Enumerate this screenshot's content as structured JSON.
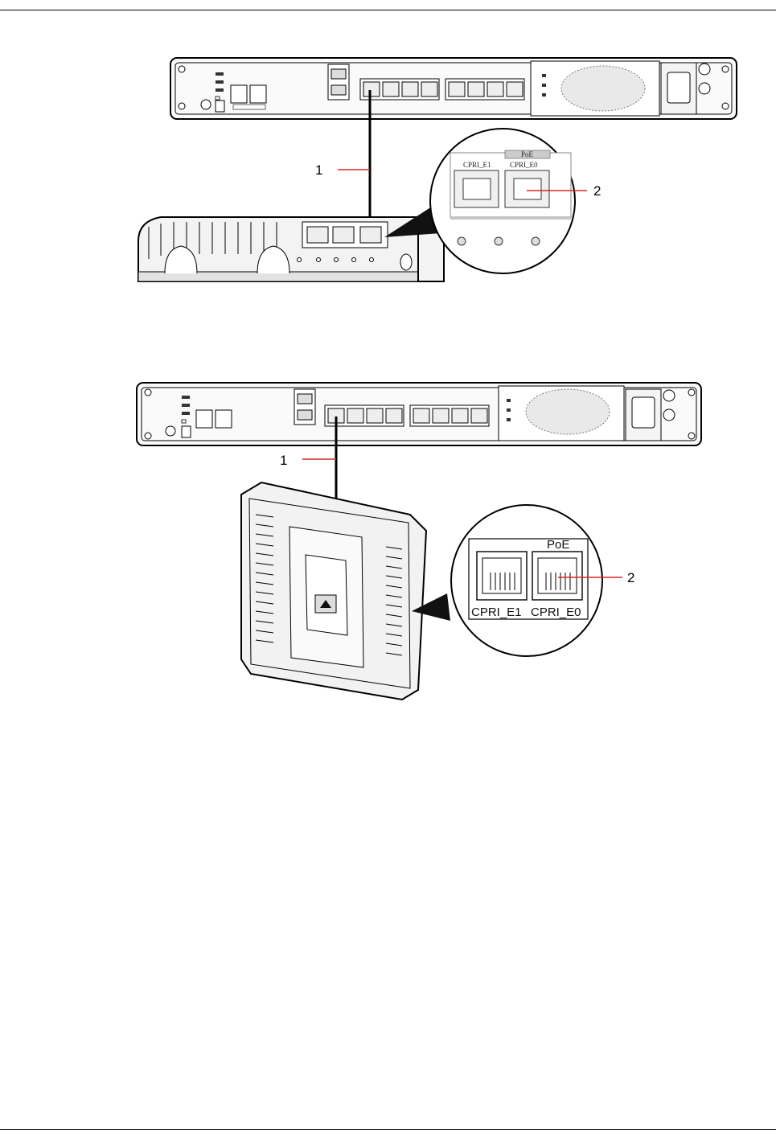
{
  "figure_top": {
    "callout_cable": "1",
    "callout_port": "2",
    "port_left_label": "CPRI_E1",
    "port_right_label": "CPRI_E0",
    "poe_label": "PoE"
  },
  "figure_bottom": {
    "callout_cable": "1",
    "callout_port": "2",
    "port_left_label": "CPRI_E1",
    "port_right_label": "CPRI_E0",
    "poe_label": "PoE"
  },
  "colors": {
    "line": "#000000",
    "fill_light": "#f4f4f4",
    "fill_mid": "#d9d9d9",
    "accent_red": "#d62828"
  }
}
